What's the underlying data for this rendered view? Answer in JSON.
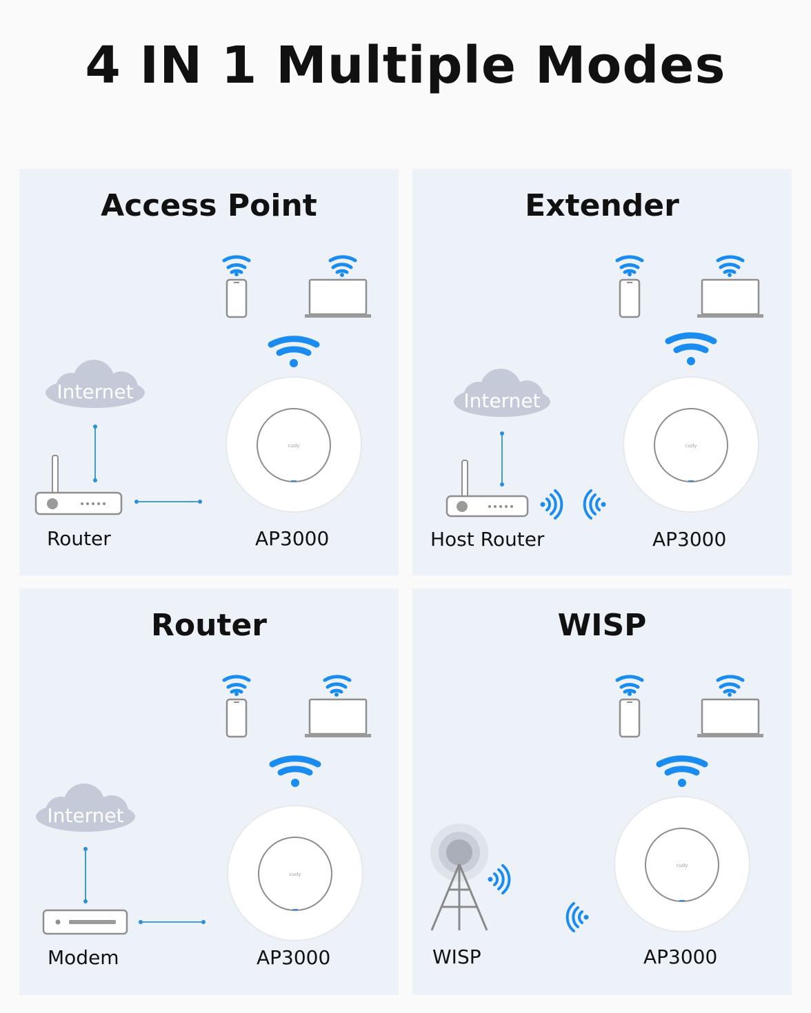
{
  "title": "4 IN 1 Multiple Modes",
  "colors": {
    "wifi": "#1a8cf0",
    "panel_bg": "#edf2f9",
    "cloud": "#c4cad8",
    "line": "#2a8fd8",
    "device": "#9a9a9a"
  },
  "panels": [
    {
      "id": "access-point",
      "title": "Access Point",
      "cloud_label": "Internet",
      "source_label": "Router",
      "source_device": "router",
      "ap_label": "AP3000",
      "ap_logo": "cudy",
      "link": "wired"
    },
    {
      "id": "extender",
      "title": "Extender",
      "cloud_label": "Internet",
      "source_label": "Host Router",
      "source_device": "router",
      "ap_label": "AP3000",
      "ap_logo": "cudy",
      "link": "wireless"
    },
    {
      "id": "router",
      "title": "Router",
      "cloud_label": "Internet",
      "source_label": "Modem",
      "source_device": "modem",
      "ap_label": "AP3000",
      "ap_logo": "cudy",
      "link": "wired"
    },
    {
      "id": "wisp",
      "title": "WISP",
      "cloud_label": "",
      "source_label": "WISP",
      "source_device": "tower",
      "ap_label": "AP3000",
      "ap_logo": "cudy",
      "link": "wireless"
    }
  ]
}
